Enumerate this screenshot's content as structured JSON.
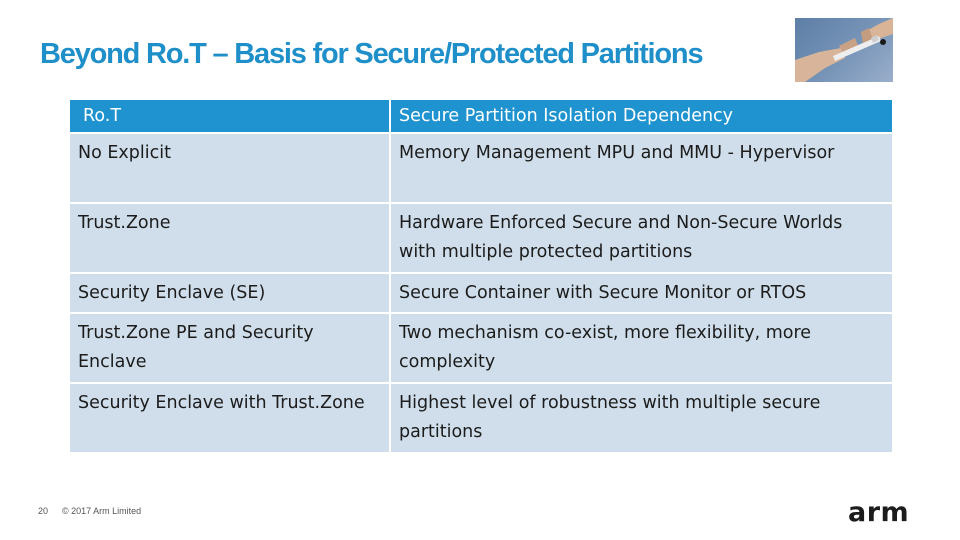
{
  "slide": {
    "title": "Beyond Ro.T – Basis for Secure/Protected Partitions",
    "page_number": "20",
    "copyright": "© 2017 Arm Limited",
    "logo_text": "arm"
  },
  "table": {
    "headers": [
      "Ro.T",
      "Secure Partition Isolation Dependency"
    ],
    "rows": [
      [
        "No Explicit",
        "Memory Management MPU and MMU - Hypervisor"
      ],
      [
        "Trust.Zone",
        "Hardware Enforced Secure and Non-Secure Worlds with multiple protected partitions"
      ],
      [
        "Security Enclave (SE)",
        "Secure Container with Secure Monitor or RTOS"
      ],
      [
        "Trust.Zone PE and Security Enclave",
        "Two mechanism co-exist, more flexibility, more complexity"
      ],
      [
        "Security Enclave with Trust.Zone",
        "Highest level of robustness with multiple secure partitions"
      ]
    ]
  },
  "colors": {
    "title": "#1f8fc9",
    "header_bg": "#1f93cf",
    "row_bg": "#cfdeea"
  },
  "icons": {
    "photo": "hands-passing-baton-photo"
  }
}
